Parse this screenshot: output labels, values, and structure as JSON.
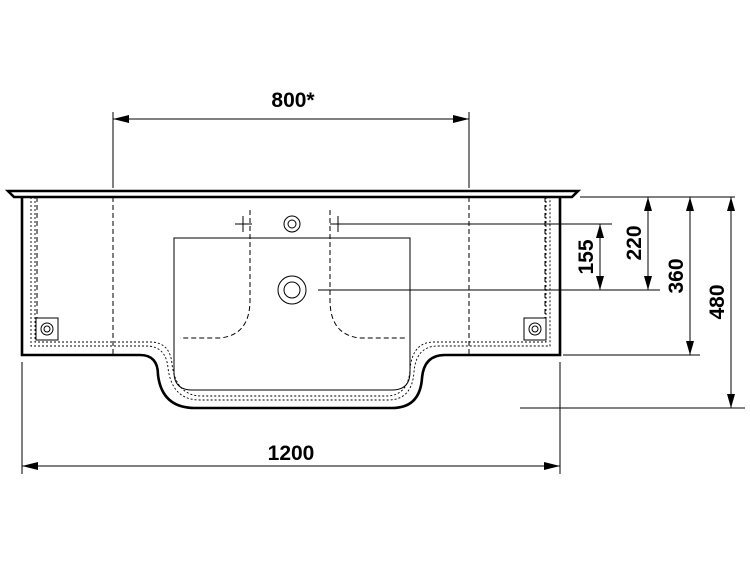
{
  "drawing": {
    "colors": {
      "line": "#000000",
      "background": "#ffffff"
    },
    "dimensions": {
      "top_width": "800*",
      "bottom_width": "1200",
      "right_155": "155",
      "right_220": "220",
      "right_360": "360",
      "right_480": "480"
    }
  }
}
